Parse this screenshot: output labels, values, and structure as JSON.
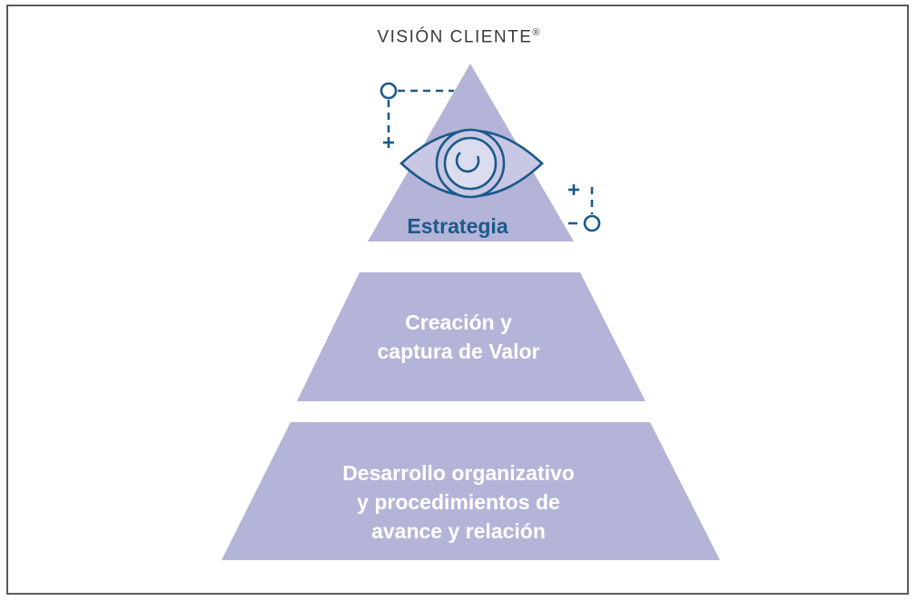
{
  "title": "VISIÓN CLIENTE",
  "title_mark": "®",
  "levels": [
    {
      "line1": "Estrategia"
    },
    {
      "line1": "Creación y",
      "line2": "captura de Valor"
    },
    {
      "line1": "Desarrollo organizativo",
      "line2": "y procedimientos de",
      "line3": "avance y relación"
    }
  ],
  "colors": {
    "tier": "#b4b4d8",
    "accent": "#1c5a8a",
    "label": "#ffffff",
    "border": "#5a5a5a"
  },
  "icons": [
    "eye-icon",
    "circle-node-icon",
    "plus-icon",
    "minus-icon"
  ]
}
